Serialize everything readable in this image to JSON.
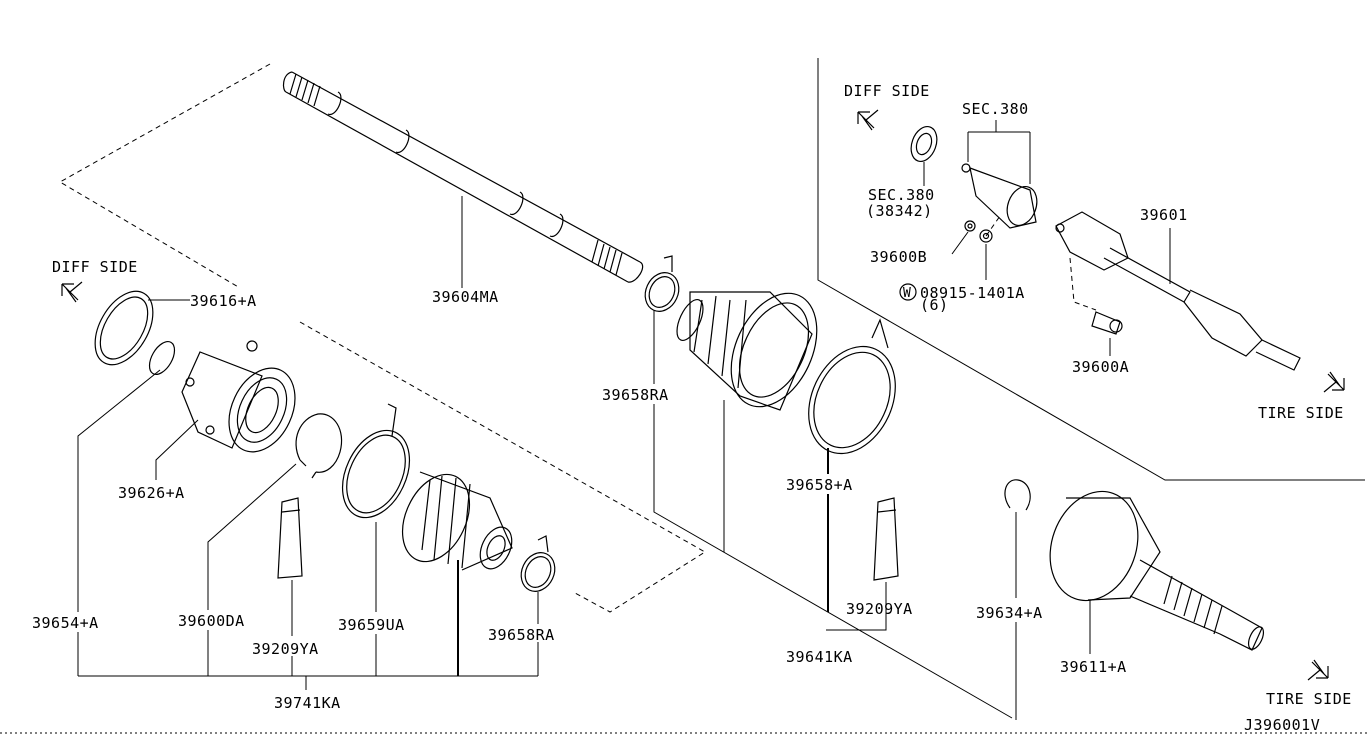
{
  "diagram": {
    "code": "J396001V",
    "directions": {
      "diff_side_left": "DIFF SIDE",
      "diff_side_inset": "DIFF SIDE",
      "tire_side_inset": "TIRE SIDE",
      "tire_side_main": "TIRE SIDE"
    },
    "labels": {
      "p39604MA": "39604MA",
      "p39616A": "39616+A",
      "p39626A": "39626+A",
      "p39654A": "39654+A",
      "p39600DA": "39600DA",
      "p39209YA_left": "39209YA",
      "p39659UA": "39659UA",
      "p39658RA_lower": "39658RA",
      "p39741KA": "39741KA",
      "p39658RA_upper": "39658RA",
      "p39658A": "39658+A",
      "p39209YA_right": "39209YA",
      "p39641KA": "39641KA",
      "p39634A": "39634+A",
      "p39611A": "39611+A",
      "sec380_top": "SEC.380",
      "sec380_mid": "SEC.380",
      "sec380_sub": "(38342)",
      "p39600B": "39600B",
      "p08915": "08915-1401A",
      "p08915_qty": "(6)",
      "washer_mark": "W",
      "p39601": "39601",
      "p39600A": "39600A"
    }
  }
}
